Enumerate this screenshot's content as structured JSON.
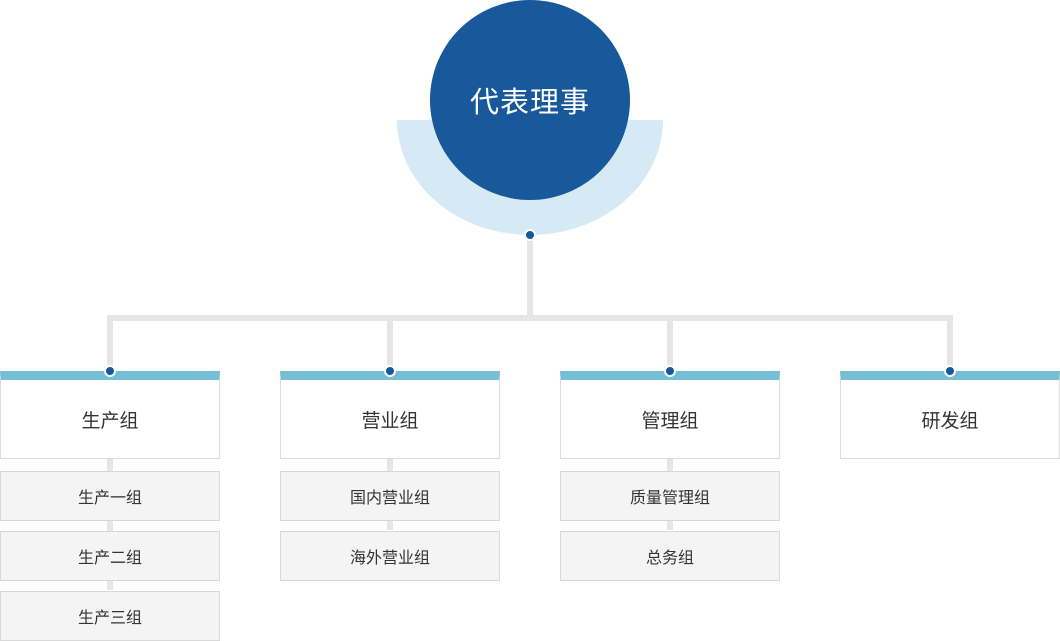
{
  "root": {
    "label": "代表理事"
  },
  "departments": [
    {
      "label": "生产组",
      "subgroups": [
        "生产一组",
        "生产二组",
        "生产三组"
      ]
    },
    {
      "label": "营业组",
      "subgroups": [
        "国内营业组",
        "海外营业组"
      ]
    },
    {
      "label": "管理组",
      "subgroups": [
        "质量管理组",
        "总务组"
      ]
    },
    {
      "label": "研发组",
      "subgroups": []
    }
  ],
  "colors": {
    "root_fill": "#17599a",
    "root_halo": "#d6eaf5",
    "dept_top_bar": "#74bfd6",
    "connector": "#e6e6e6",
    "sub_fill": "#f4f4f4"
  }
}
